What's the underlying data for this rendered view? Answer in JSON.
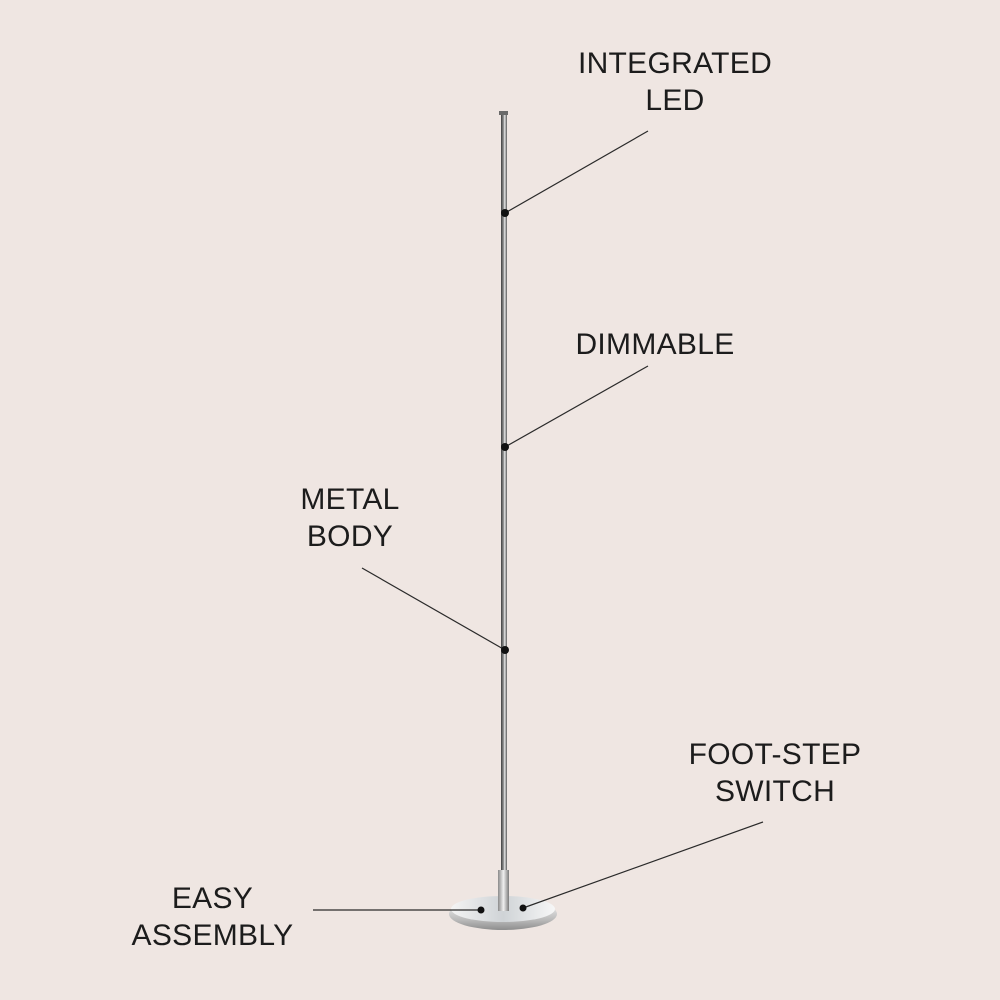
{
  "colors": {
    "background": "#efe6e2",
    "text": "#1c1c1c",
    "leader_line": "#2a2a2a",
    "pole_dark": "#4a4a4a",
    "pole_light": "#d9d9d9",
    "dot": "#111111"
  },
  "callouts": {
    "integrated_led": {
      "line1": "INTEGRATED",
      "line2": "LED"
    },
    "dimmable": {
      "line1": "DIMMABLE"
    },
    "metal_body": {
      "line1": "METAL",
      "line2": "BODY"
    },
    "foot_step_switch": {
      "line1": "FOOT-STEP",
      "line2": "SWITCH"
    },
    "easy_assembly": {
      "line1": "EASY",
      "line2": "ASSEMBLY"
    }
  }
}
